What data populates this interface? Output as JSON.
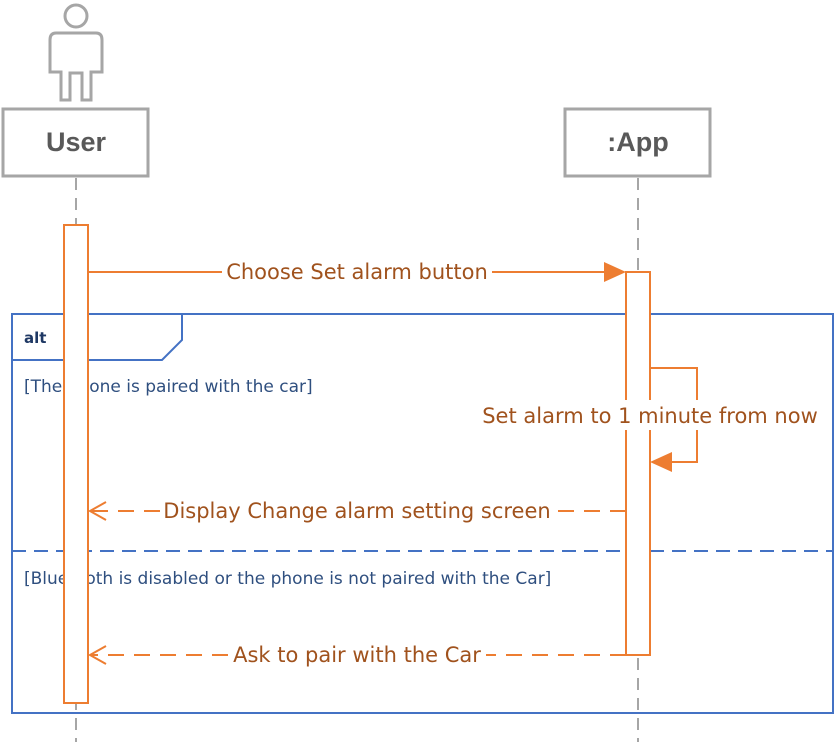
{
  "colors": {
    "lifeline_box": "#a6a6a6",
    "message": "#ed7d31",
    "message_text": "#a0521d",
    "frame": "#4472c4",
    "frame_text": "#2f4f7f"
  },
  "actor": {
    "icon": "person-icon"
  },
  "lifelines": {
    "user": {
      "label": "User"
    },
    "app": {
      "label": ":App"
    }
  },
  "messages": {
    "m1": {
      "label": "Choose Set alarm button"
    },
    "m2": {
      "label": "Set alarm to 1 minute from now"
    },
    "m3": {
      "label": "Display Change alarm setting screen"
    },
    "m4": {
      "label": "Ask to pair with the Car"
    }
  },
  "alt_frame": {
    "operator": "alt",
    "guard1": "[The phone is paired with the car]",
    "guard2": "[Bluetooth is disabled or the phone is not paired with the Car]"
  }
}
